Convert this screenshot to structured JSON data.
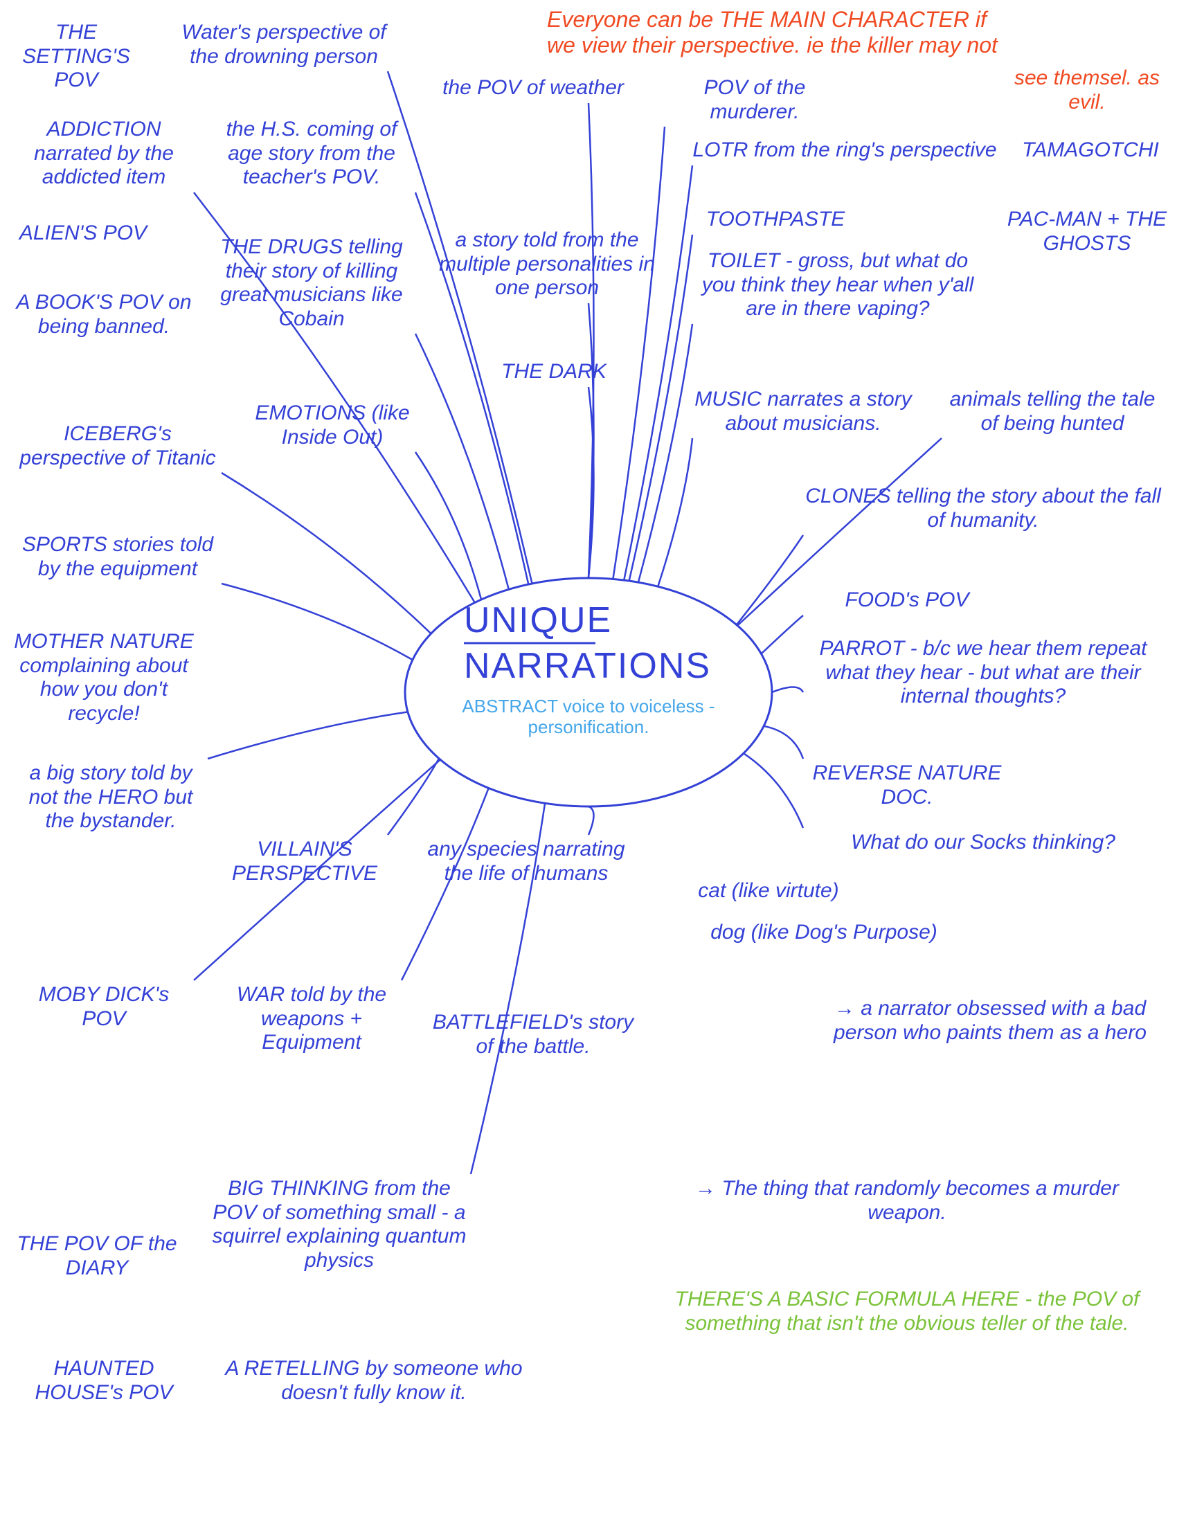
{
  "center": {
    "title_line1": "UNIQUE",
    "title_line2": "NARRATIONS",
    "note_line1": "ABSTRACT",
    "note_line2": "voice to",
    "note_line3": "voiceless",
    "note_line4": "-personification."
  },
  "header_note": {
    "line1": "Everyone can be THE MAIN CHARACTER if",
    "line2": "we view their perspective. ie the killer may not",
    "line3": "see themsel. as evil."
  },
  "nodes": {
    "setting": "THE SETTING'S POV",
    "addiction": "ADDICTION narrated by the addicted item",
    "water": "Water's perspective of the drowning person",
    "teacher": "the H.S. coming of age story from the teacher's POV.",
    "weather": "the POV of weather",
    "murderer": "POV of the murderer.",
    "ring": "LOTR from the ring's perspective",
    "tamagotchi": "TAMAGOTCHI",
    "personalities": "a story told from the multiple personalities in one person",
    "toothpaste": "TOOTHPASTE",
    "toilet": "TOILET - gross, but what do you think they hear when y'all are in there vaping?",
    "pacman": "PAC-MAN + THE GHOSTS",
    "drugs": "THE DRUGS telling their story of killing great musicians like Cobain",
    "emotions": "EMOTIONS (like Inside Out)",
    "dark": "THE DARK",
    "music": "MUSIC narrates a story about musicians.",
    "animals": "animals telling the tale of being hunted",
    "aliens": "ALIEN'S POV",
    "book": "A BOOK'S POV on being banned.",
    "iceberg": "ICEBERG's perspective of Titanic",
    "clones": "CLONES telling the story about the fall of humanity.",
    "food": "FOOD's POV",
    "parrot": "PARROT - b/c we hear them repeat what they hear - but what are their internal thoughts?",
    "sports": "SPORTS stories told by the equipment",
    "reverse": "REVERSE NATURE DOC.",
    "socks": "What do our Socks thinking?",
    "mother": "MOTHER NATURE complaining about how you don't recycle!",
    "villain": "VILLAIN'S PERSPECTIVE",
    "species": "any species narrating the life of humans",
    "cat": "cat (like virtute)",
    "dog": "dog (like Dog's Purpose)",
    "bystander": "a big story told by not the HERO but the bystander.",
    "obsessed": "→ a narrator obsessed with a bad person who paints them as a hero",
    "moby": "MOBY DICK's POV",
    "war": "WAR told by the weapons + Equipment",
    "battlefield": "BATTLEFIELD's story of the battle.",
    "weapon": "→ The thing that randomly becomes a murder weapon.",
    "diary": "THE POV OF the DIARY",
    "small": "BIG THINKING from the POV of something small - a squirrel explaining quantum physics",
    "haunted": "HAUNTED HOUSE's POV",
    "retelling": "A RETELLING by someone who doesn't fully know it."
  },
  "formula_note": "THERE'S A BASIC FORMULA HERE - the POV of something that isn't the obvious teller of the tale.",
  "colors": {
    "ink": "#3441d6",
    "red": "#f04a22",
    "green": "#7ac239",
    "light_blue": "#45a6ea"
  }
}
